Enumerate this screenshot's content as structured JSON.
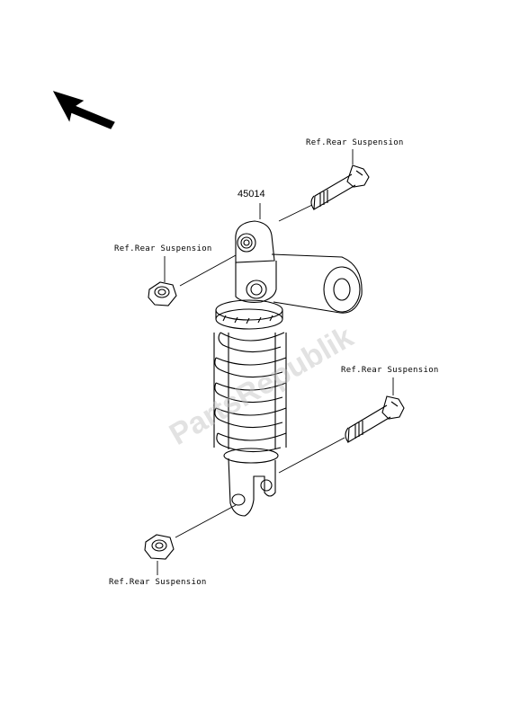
{
  "diagram": {
    "part_number": "45014",
    "callouts": {
      "top_bolt": "Ref.Rear Suspension",
      "top_nut": "Ref.Rear Suspension",
      "bottom_bolt": "Ref.Rear Suspension",
      "bottom_nut": "Ref.Rear Suspension"
    },
    "watermark": "PartsRepublik",
    "icons": {
      "direction": "front-direction-arrow-icon"
    },
    "colors": {
      "line": "#000000",
      "watermark": "#bebebe"
    }
  }
}
